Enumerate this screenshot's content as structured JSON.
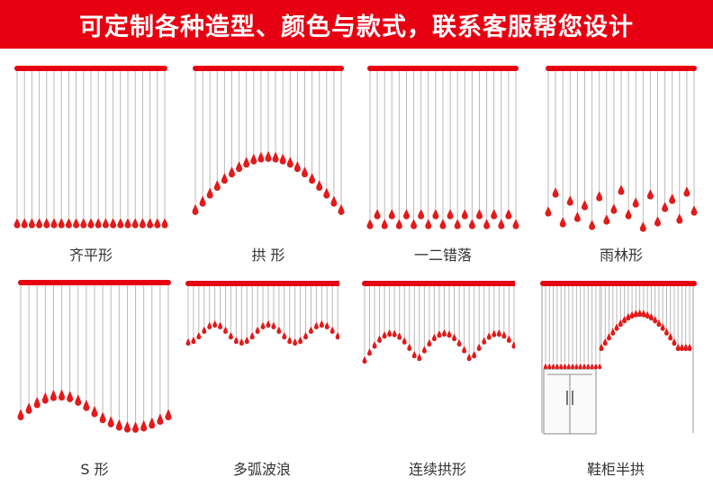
{
  "banner": {
    "title": "可定制各种造型、颜色与款式，联系客服帮您设计"
  },
  "colors": {
    "accent": "#e60012",
    "bead": "#e11a1a",
    "string": "#b9b9b9"
  },
  "styles": [
    {
      "label": "齐平形",
      "shape": "flat"
    },
    {
      "label": "拱 形",
      "shape": "arch"
    },
    {
      "label": "一二错落",
      "shape": "staggered"
    },
    {
      "label": "雨林形",
      "shape": "rainforest"
    },
    {
      "label": "S 形",
      "shape": "s-curve"
    },
    {
      "label": "多弧波浪",
      "shape": "multi-wave"
    },
    {
      "label": "连续拱形",
      "shape": "continuous-arch"
    },
    {
      "label": "鞋柜半拱",
      "shape": "shoe-cabinet-half-arch"
    }
  ]
}
